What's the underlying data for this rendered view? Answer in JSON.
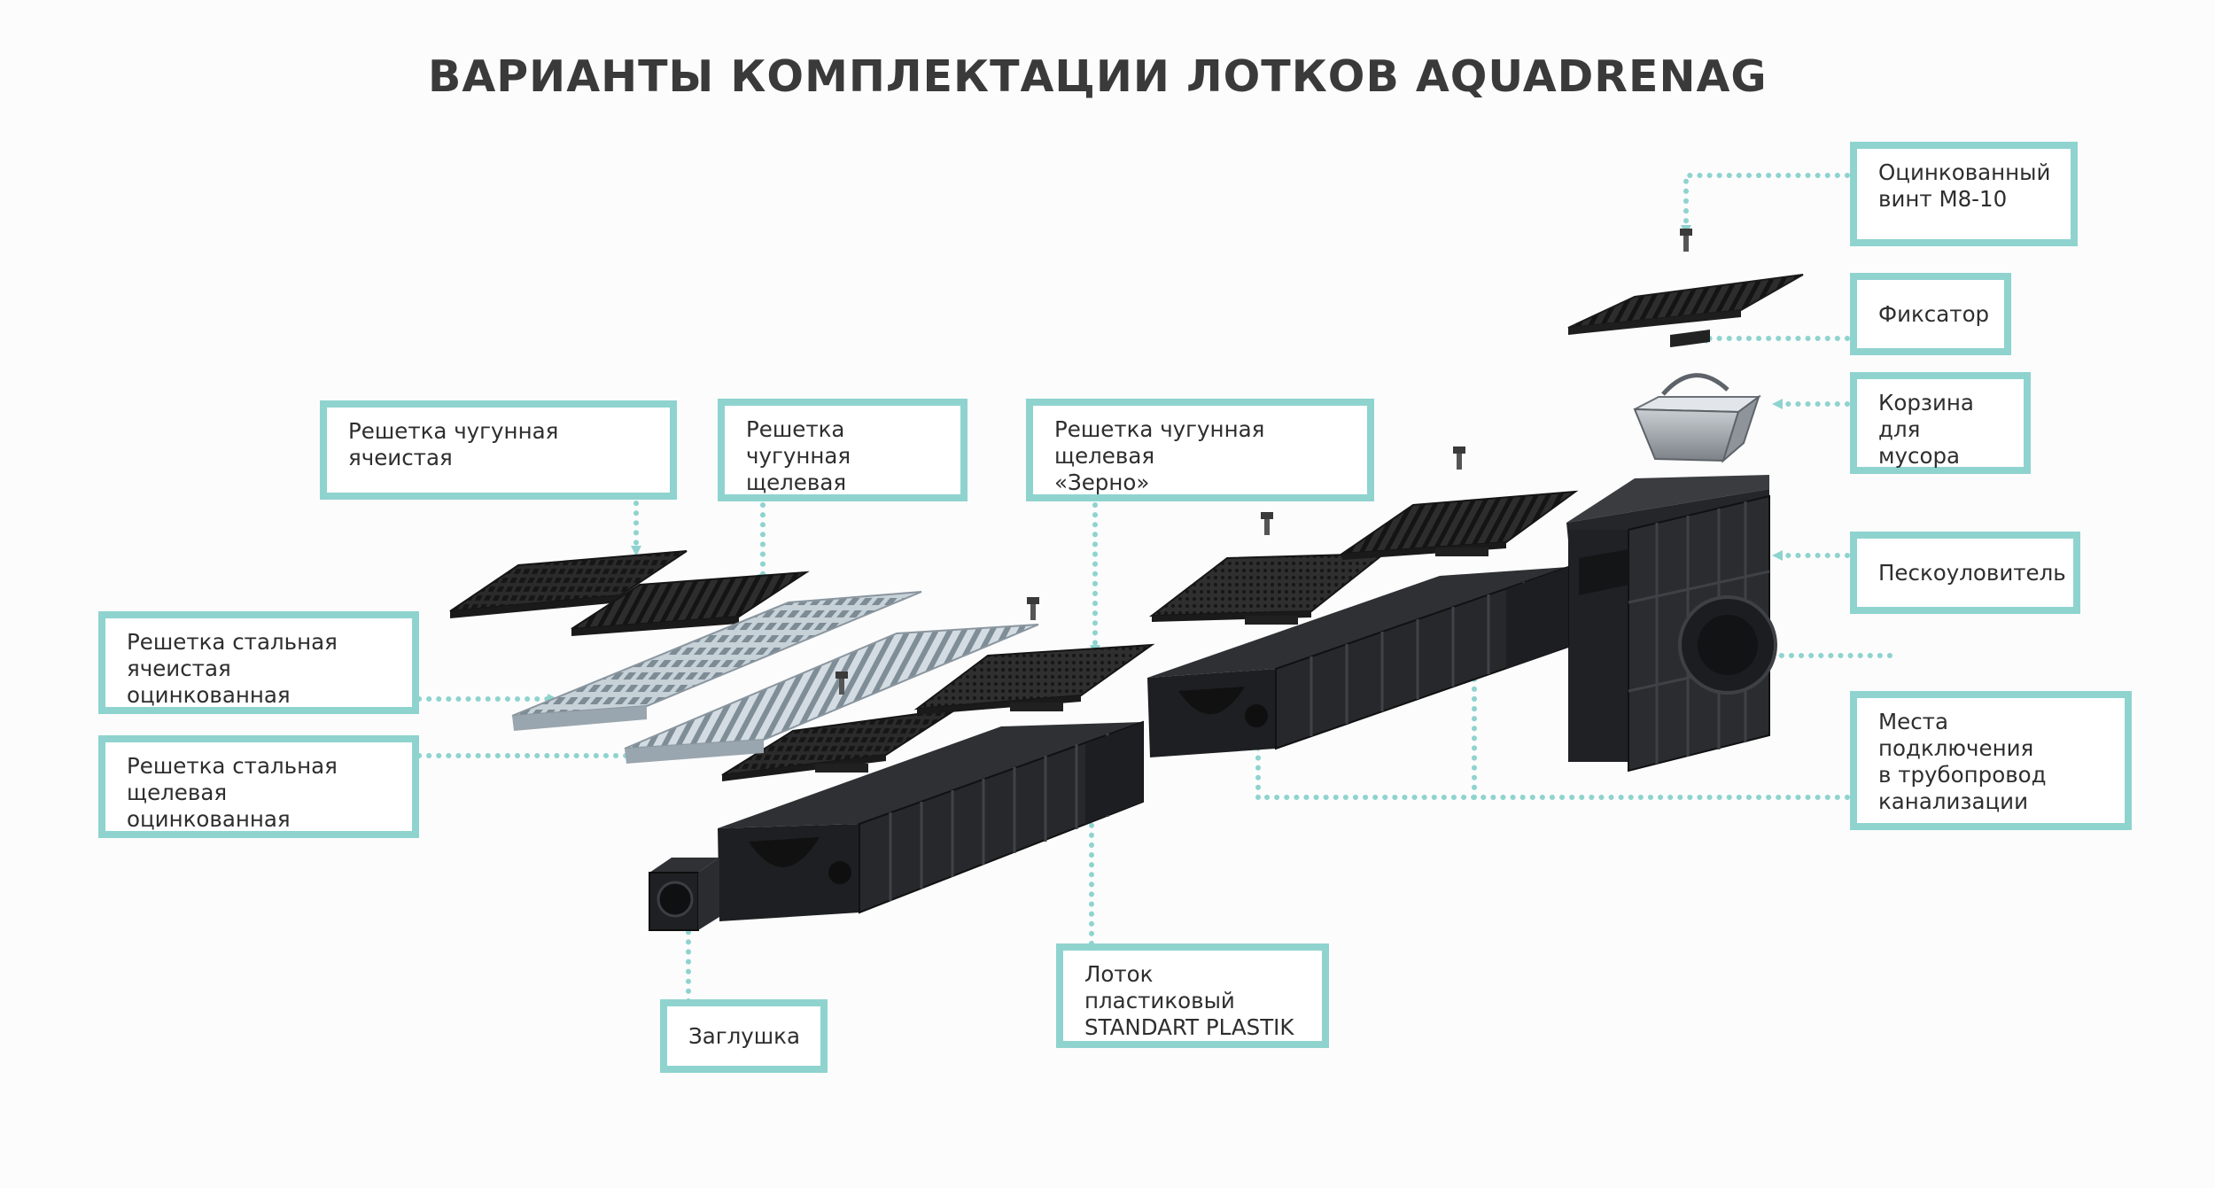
{
  "title": "ВАРИАНТЫ КОМПЛЕКТАЦИИ ЛОТКОВ AQUADRENAG",
  "colors": {
    "accent": "#8fd3cf",
    "leader_dots": "#8fd3cf",
    "title": "#3a3a3a",
    "plastic": "#2a2c2f",
    "cast_iron": "#2b2b2b",
    "steel": "#aab7c1"
  },
  "labels": {
    "bolt": "Оцинкованный\nвинт М8-10",
    "fixator": "Фиксатор",
    "basket": "Корзина\nдля  мусора",
    "sand_trap": "Пескоуловитель",
    "pipe_connection": "Места подключения\nв трубопровод\nканализации",
    "cast_cell_grate": "Решетка чугунная ячеистая",
    "cast_slot_grate": "Решетка чугунная\nщелевая",
    "cast_slot_grain": "Решетка чугунная щелевая\n«Зерно»",
    "steel_cell_grate": "Решетка стальная\nячеистая оцинкованная",
    "steel_slot_grate": "Решетка стальная\nщелевая оцинкованная",
    "end_cap": "Заглушка",
    "channel": "Лоток пластиковый\nSTANDART PLASTIK"
  },
  "icons": [
    "bolt-icon",
    "fixator-clip-icon",
    "basket-icon",
    "sand-trap-icon",
    "channel-icon",
    "grate-icon",
    "end-cap-icon"
  ]
}
